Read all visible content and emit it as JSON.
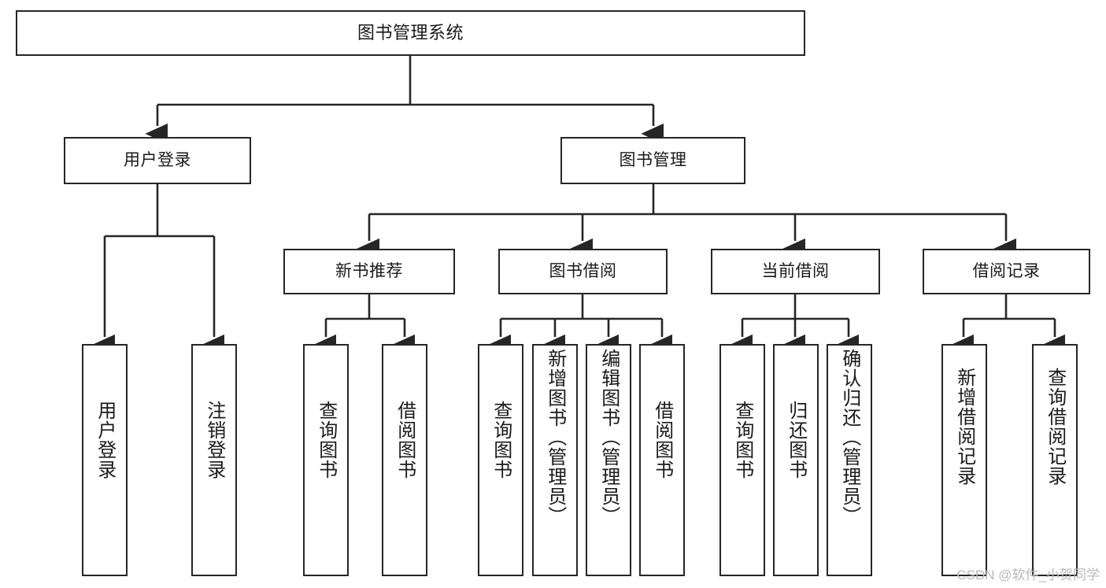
{
  "diagram": {
    "title": "图书管理系统",
    "type": "tree-hierarchy-chart",
    "root": {
      "id": "root",
      "label": "图书管理系统"
    },
    "level2": [
      {
        "id": "user-login",
        "label": "用户登录"
      },
      {
        "id": "book-management",
        "label": "图书管理"
      }
    ],
    "level3": [
      {
        "id": "new-book-recommend",
        "label": "新书推荐"
      },
      {
        "id": "book-borrow",
        "label": "图书借阅"
      },
      {
        "id": "current-borrow",
        "label": "当前借阅"
      },
      {
        "id": "borrow-record",
        "label": "借阅记录"
      }
    ],
    "leaves": {
      "user_login": [
        {
          "id": "leaf-user-login",
          "label": "用户登录"
        },
        {
          "id": "leaf-logout-login",
          "label": "注销登录"
        }
      ],
      "new_book_recommend": [
        {
          "id": "leaf-query-book-1",
          "label": "查询图书"
        },
        {
          "id": "leaf-borrow-book-1",
          "label": "借阅图书"
        }
      ],
      "book_borrow": [
        {
          "id": "leaf-query-book-2",
          "label": "查询图书"
        },
        {
          "id": "leaf-add-book",
          "label": "新增图书（管理员）"
        },
        {
          "id": "leaf-edit-book",
          "label": "编辑图书（管理员）"
        },
        {
          "id": "leaf-borrow-book-2",
          "label": "借阅图书"
        }
      ],
      "current_borrow": [
        {
          "id": "leaf-query-book-3",
          "label": "查询图书"
        },
        {
          "id": "leaf-return-book",
          "label": "归还图书"
        },
        {
          "id": "leaf-confirm-return",
          "label": "确认归还（管理员）"
        }
      ],
      "borrow_record": [
        {
          "id": "leaf-add-record",
          "label": "新增借阅记录"
        },
        {
          "id": "leaf-query-record",
          "label": "查询借阅记录"
        }
      ]
    }
  },
  "watermark": {
    "text": "CSDN @软件_小贺同学"
  },
  "colors": {
    "stroke": "#262626",
    "background": "#ffffff",
    "text": "#1a1a1a",
    "watermark": "#b9b9b9"
  }
}
